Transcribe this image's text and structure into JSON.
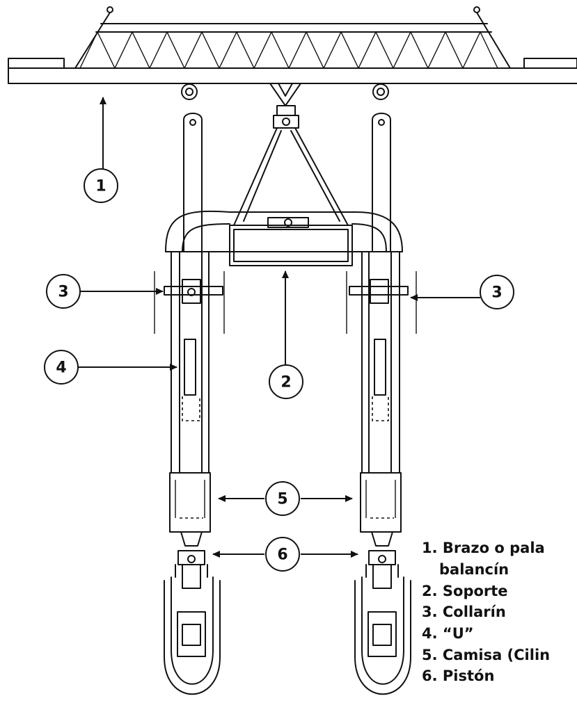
{
  "callouts": {
    "c1": "1",
    "c2": "2",
    "c3_left": "3",
    "c3_right": "3",
    "c4": "4",
    "c5": "5",
    "c6": "6"
  },
  "legend": [
    "1. Brazo o pala",
    "balancín",
    "2. Soporte",
    "3. Collarín",
    "4. “U”",
    "5. Camisa (Cilin",
    "6. Pistón"
  ]
}
